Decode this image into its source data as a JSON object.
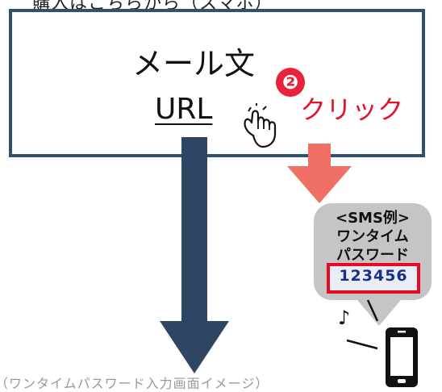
{
  "captions": {
    "top": "購入はこちらから（スマホ）",
    "bottom": "（ワンタイムパスワード入力画面イメージ）"
  },
  "mail": {
    "body_label": "メール文",
    "url_label": "URL"
  },
  "step": {
    "number": "❷",
    "action": "クリック"
  },
  "sms": {
    "header": "<SMS例>",
    "line1": "ワンタイム",
    "line2": "パスワード",
    "code": "123456"
  },
  "icons": {
    "hand": "pointing-hand-icon",
    "phone": "smartphone-icon",
    "note": "music-note-icon"
  },
  "colors": {
    "box_border": "#34506f",
    "dark_arrow": "#2e4664",
    "pink_arrow": "#f07066",
    "accent_red": "#e8102a",
    "bubble_gray": "#c5c5c5"
  }
}
